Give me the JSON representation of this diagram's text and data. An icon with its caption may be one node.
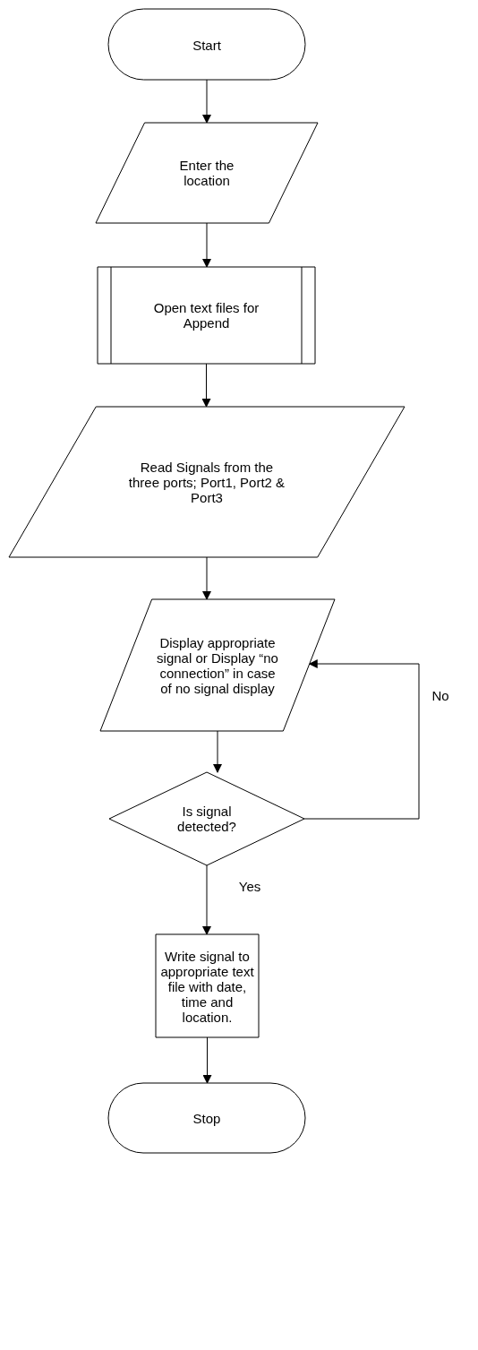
{
  "diagram": {
    "nodes": [
      {
        "text": [
          "Start"
        ]
      },
      {
        "text": [
          "Enter the location"
        ]
      },
      {
        "text": [
          "Open text files for Append"
        ]
      },
      {
        "text": [
          "Read Signals from the three ports; Port1, Port2 & Port3"
        ]
      },
      {
        "text": [
          "Display appropriate signal or Display “no connection” in case of no signal display"
        ]
      },
      {
        "text": [
          "Is signal detected?"
        ]
      },
      {
        "text": [
          "Write signal to appropriate text file with date, time and location."
        ]
      },
      {
        "text": [
          "Stop"
        ]
      }
    ],
    "edges": [
      {
        "from": 0,
        "to": 1,
        "arrow": "to"
      },
      {
        "from": 1,
        "to": 2,
        "arrow": "to"
      },
      {
        "from": 2,
        "to": 3,
        "arrow": "to"
      },
      {
        "from": 3,
        "to": 4,
        "arrow": "to"
      },
      {
        "from": 4,
        "to": 5,
        "arrow": "to"
      },
      {
        "from": 5,
        "to": 6,
        "arrow": "to",
        "label": "Yes"
      },
      {
        "from": 5,
        "to": 4,
        "arrow": "to",
        "label": "No"
      },
      {
        "from": 6,
        "to": 7,
        "arrow": "to"
      }
    ]
  }
}
